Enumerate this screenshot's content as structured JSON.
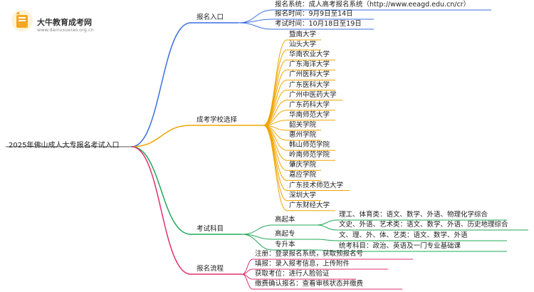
{
  "logo": {
    "title": "大牛教育成考网",
    "url": "www.daniuxueiao.org.cn"
  },
  "root": {
    "label": "2025年佛山成人大专报名考试入口"
  },
  "colors": {
    "blue": "#3b6fe0",
    "orange": "#f0a500",
    "yellow": "#d8d400",
    "green": "#22a85a",
    "magenta": "#e0306e"
  },
  "branches": {
    "entry": {
      "label": "报名入口",
      "items": [
        "报名系统：成人高考报名系统（http://www.eeagd.edu.cn/cr）",
        "报名时间：9月9日至14日",
        "考试时间：10月18日至19日"
      ]
    },
    "schools": {
      "label": "成考学校选择",
      "items": [
        "暨南大学",
        "汕头大学",
        "华南农业大学",
        "广东海洋大学",
        "广州医科大学",
        "广东医科大学",
        "广州中医药大学",
        "广东药科大学",
        "华南师范大学",
        "韶关学院",
        "惠州学院",
        "韩山师范学院",
        "岭南师范学院",
        "肇庆学院",
        "嘉应学院",
        "广东技术师范大学",
        "深圳大学",
        "广东财经大学"
      ]
    },
    "subjects": {
      "label": "考试科目",
      "groups": [
        {
          "label": "高起本",
          "items": [
            "理工、体育类：语文、数学、外语、物理化学综合",
            "文史、外语、艺术类：语文、数学、外语、历史地理综合"
          ]
        },
        {
          "label": "高起专",
          "items": [
            "文、理、外、体、艺类：语文、数学、外语"
          ]
        },
        {
          "label": "专升本",
          "items": [
            "统考科目：政治、英语及一门专业基础课"
          ]
        }
      ]
    },
    "process": {
      "label": "报名流程",
      "items": [
        "注册：登录报名系统，获取预报名号",
        "填报：录入报考信息，上传附件",
        "获取考位：进行人脸验证",
        "缴费确认报名：查看审核状态并缴费"
      ]
    }
  }
}
